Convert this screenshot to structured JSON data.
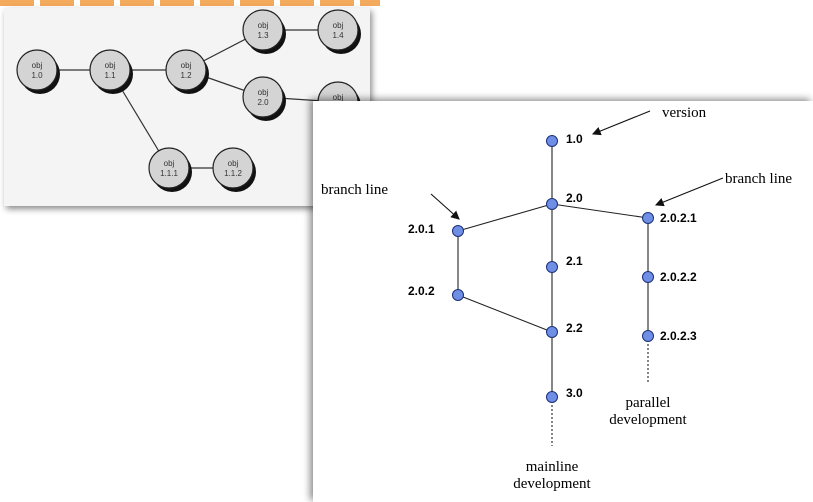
{
  "object_graph": {
    "nodes": [
      {
        "id": "n10",
        "label": [
          "obj",
          "1.0"
        ]
      },
      {
        "id": "n11",
        "label": [
          "obj",
          "1.1"
        ]
      },
      {
        "id": "n12",
        "label": [
          "obj",
          "1.2"
        ]
      },
      {
        "id": "n13",
        "label": [
          "obj",
          "1.3"
        ]
      },
      {
        "id": "n14",
        "label": [
          "obj",
          "1.4"
        ]
      },
      {
        "id": "n20",
        "label": [
          "obj",
          "2.0"
        ]
      },
      {
        "id": "n111",
        "label": [
          "obj",
          "1.1.1"
        ]
      },
      {
        "id": "n112",
        "label": [
          "obj",
          "1.1.2"
        ]
      },
      {
        "id": "n2x",
        "label": [
          "obj",
          ""
        ]
      }
    ],
    "edges": [
      [
        "n10",
        "n11"
      ],
      [
        "n11",
        "n12"
      ],
      [
        "n12",
        "n13"
      ],
      [
        "n13",
        "n14"
      ],
      [
        "n12",
        "n20"
      ],
      [
        "n20",
        "n2x"
      ],
      [
        "n11",
        "n111"
      ],
      [
        "n111",
        "n112"
      ]
    ]
  },
  "version_tree": {
    "node_color": "#6f8fe6",
    "versions": [
      {
        "id": "v10",
        "label": "1.0"
      },
      {
        "id": "v20",
        "label": "2.0"
      },
      {
        "id": "v21",
        "label": "2.1"
      },
      {
        "id": "v22",
        "label": "2.2"
      },
      {
        "id": "v30",
        "label": "3.0"
      },
      {
        "id": "v201",
        "label": "2.0.1"
      },
      {
        "id": "v202",
        "label": "2.0.2"
      },
      {
        "id": "v2021",
        "label": "2.0.2.1"
      },
      {
        "id": "v2022",
        "label": "2.0.2.2"
      },
      {
        "id": "v2023",
        "label": "2.0.2.3"
      }
    ],
    "annotations": {
      "version": "version",
      "branch_line_left": "branch line",
      "branch_line_right": "branch line",
      "mainline": [
        "mainline",
        "development"
      ],
      "parallel": [
        "parallel",
        "development"
      ]
    }
  }
}
